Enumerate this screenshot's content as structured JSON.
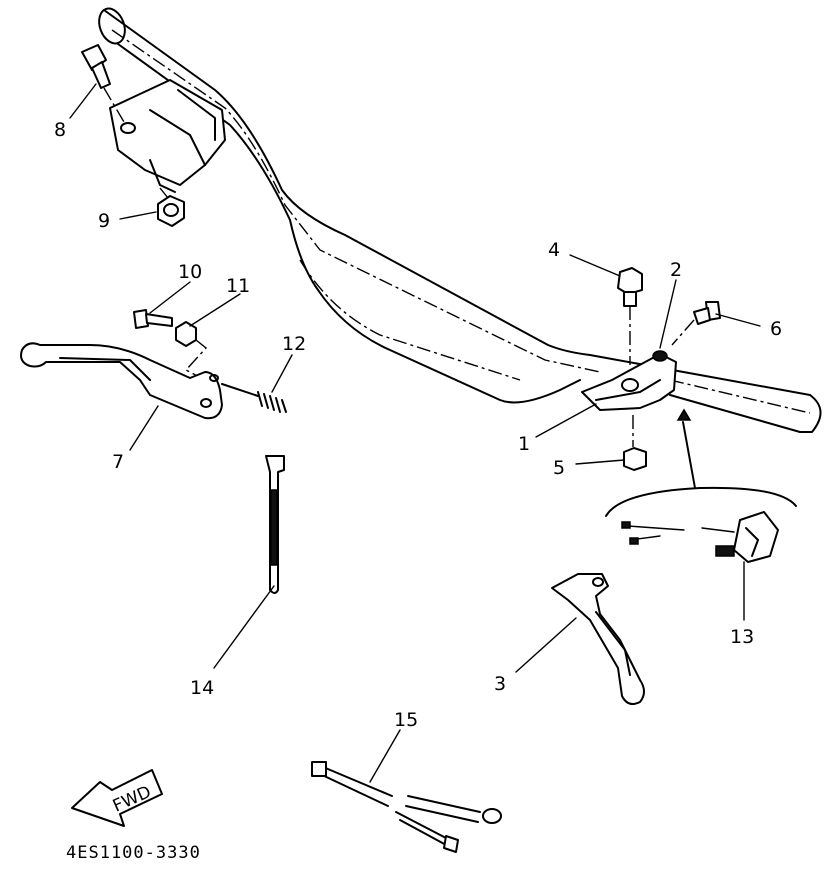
{
  "diagram": {
    "part_code": "4ES1100-3330",
    "fwd_label": "FWD",
    "callouts": [
      {
        "id": "c1",
        "text": "1"
      },
      {
        "id": "c2",
        "text": "2"
      },
      {
        "id": "c3",
        "text": "3"
      },
      {
        "id": "c4",
        "text": "4"
      },
      {
        "id": "c5",
        "text": "5"
      },
      {
        "id": "c6",
        "text": "6"
      },
      {
        "id": "c7",
        "text": "7"
      },
      {
        "id": "c8",
        "text": "8"
      },
      {
        "id": "c9",
        "text": "9"
      },
      {
        "id": "c10",
        "text": "10"
      },
      {
        "id": "c11",
        "text": "11"
      },
      {
        "id": "c12",
        "text": "12"
      },
      {
        "id": "c13",
        "text": "13"
      },
      {
        "id": "c14",
        "text": "14"
      },
      {
        "id": "c15",
        "text": "15"
      }
    ]
  }
}
